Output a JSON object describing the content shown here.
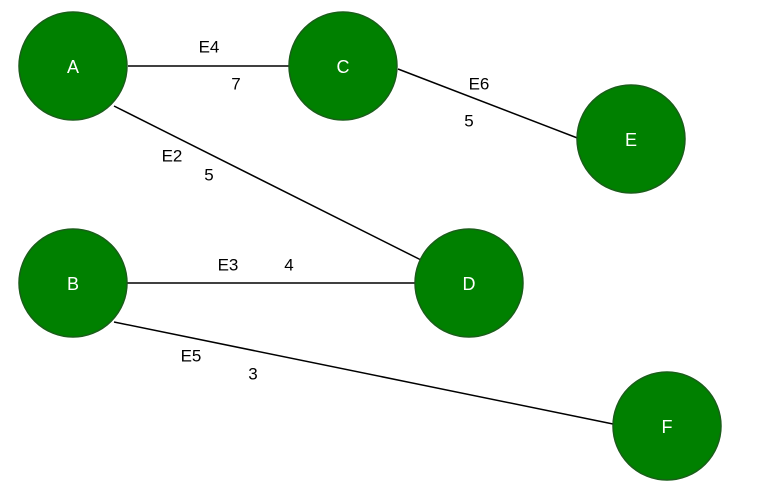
{
  "diagram": {
    "colors": {
      "node_fill": "#008000",
      "node_stroke": "#1a5e1a",
      "node_text": "#ffffff",
      "edge": "#000000"
    },
    "nodes": [
      {
        "id": "A",
        "label": "A"
      },
      {
        "id": "B",
        "label": "B"
      },
      {
        "id": "C",
        "label": "C"
      },
      {
        "id": "D",
        "label": "D"
      },
      {
        "id": "E",
        "label": "E"
      },
      {
        "id": "F",
        "label": "F"
      }
    ],
    "edges": [
      {
        "id": "E4",
        "label": "E4",
        "weight": "7",
        "from": "A",
        "to": "C"
      },
      {
        "id": "E2",
        "label": "E2",
        "weight": "5",
        "from": "A",
        "to": "D"
      },
      {
        "id": "E6",
        "label": "E6",
        "weight": "5",
        "from": "C",
        "to": "E"
      },
      {
        "id": "E3",
        "label": "E3",
        "weight": "4",
        "from": "B",
        "to": "D"
      },
      {
        "id": "E5",
        "label": "E5",
        "weight": "3",
        "from": "B",
        "to": "F"
      }
    ]
  }
}
